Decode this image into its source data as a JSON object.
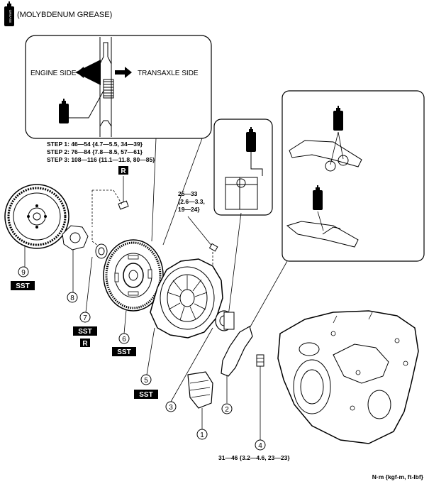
{
  "legend": {
    "grease_label": "(MOLYBDENUM GREASE)",
    "grease_icon": "grease-can-icon",
    "grease_can_text": "GREASE"
  },
  "detail_main": {
    "engine_side": "ENGINE SIDE",
    "transaxle_side": "TRANSAXLE SIDE"
  },
  "torque_steps": [
    "STEP 1: 46—54 {4.7—5.5, 34—39}",
    "STEP 2: 76—84 {7.8—8.5, 57—61}",
    "STEP 3: 108—116 {11.1—11.8, 80—85}"
  ],
  "torque_cover": [
    "25—33",
    "{2.6—3.3,",
    "19—24}"
  ],
  "torque_lever_bolt": "31—46 {3.2—4.6, 23—23}",
  "units": "N·m {kgf-m, ft-lbf}",
  "badges": {
    "sst": "SST",
    "replace": "R"
  },
  "parts": [
    "1",
    "2",
    "3",
    "4",
    "5",
    "6",
    "7",
    "8",
    "9"
  ],
  "colors": {
    "ink": "#000000",
    "background": "#ffffff"
  }
}
